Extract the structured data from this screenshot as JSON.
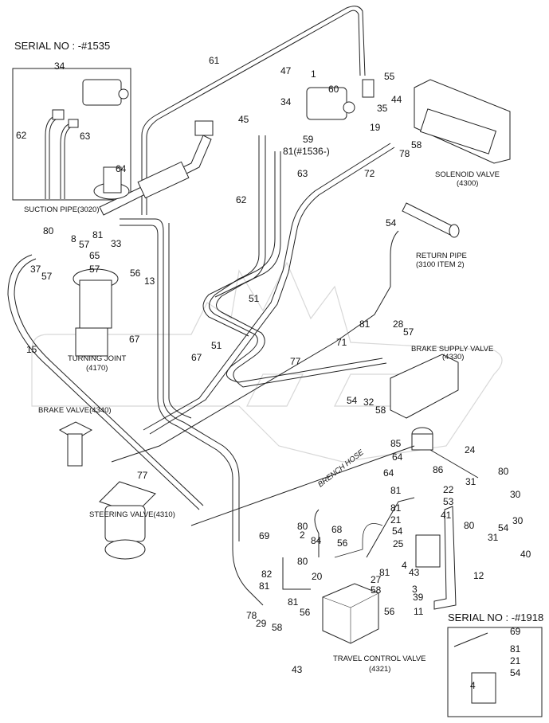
{
  "insets": {
    "top_left": {
      "serial": "SERIAL NO : -#1535",
      "callouts": [
        "34",
        "62",
        "63"
      ]
    },
    "bottom_right": {
      "serial": "SERIAL NO : -#1918",
      "callouts": [
        "69",
        "81",
        "21",
        "54",
        "4"
      ]
    }
  },
  "components": {
    "solenoid_valve": "SOLENOID VALVE",
    "solenoid_valve_ref": "(4300)",
    "suction_pipe": "SUCTION PIPE(3020)",
    "return_pipe": "RETURN PIPE",
    "return_pipe_ref": "(3100 ITEM 2)",
    "turning_joint": "TURNING JOINT",
    "turning_joint_ref": "(4170)",
    "brake_supply_valve": "BRAKE SUPPLY VALVE",
    "brake_supply_valve_ref": "(4330)",
    "brake_valve": "BRAKE VALVE(4340)",
    "steering_valve": "STEERING VALVE(4310)",
    "travel_control_valve": "TRAVEL CONTROL VALVE",
    "travel_control_valve_ref": "(4321)",
    "brench_hose": "BRENCH HOSE"
  },
  "callouts": [
    "61",
    "47",
    "1",
    "60",
    "55",
    "34",
    "44",
    "35",
    "45",
    "59",
    "81(#1536-)",
    "19",
    "58",
    "78",
    "63",
    "72",
    "64",
    "62",
    "54",
    "80",
    "8",
    "81",
    "33",
    "57",
    "65",
    "37",
    "57",
    "57",
    "56",
    "13",
    "51",
    "81",
    "28",
    "57",
    "67",
    "71",
    "51",
    "67",
    "15",
    "77",
    "54",
    "32",
    "58",
    "85",
    "24",
    "77",
    "64",
    "86",
    "64",
    "80",
    "81",
    "22",
    "31",
    "30",
    "53",
    "41",
    "81",
    "21",
    "80",
    "54",
    "30",
    "84",
    "82",
    "68",
    "25",
    "69",
    "80",
    "2",
    "56",
    "80",
    "54",
    "31",
    "40",
    "4",
    "43",
    "12",
    "81",
    "27",
    "20",
    "58",
    "3",
    "39",
    "81",
    "81",
    "56",
    "11",
    "56",
    "78",
    "29",
    "58",
    "43"
  ]
}
